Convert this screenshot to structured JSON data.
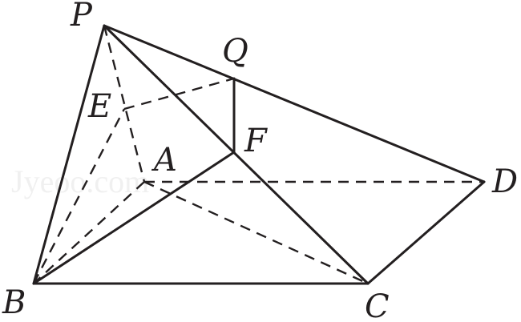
{
  "labels": {
    "P": "P",
    "Q": "Q",
    "E": "E",
    "F": "F",
    "A": "A",
    "D": "D",
    "B": "B",
    "C": "C"
  },
  "watermark": "Jyeoo.com",
  "colors": {
    "ink": "#231f20",
    "background": "#ffffff"
  }
}
